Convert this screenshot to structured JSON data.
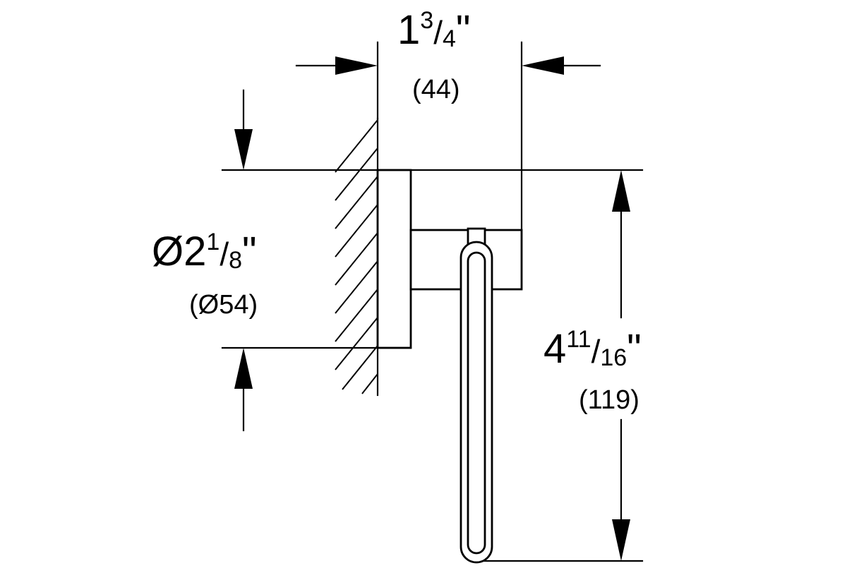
{
  "diagram": {
    "depth": {
      "whole": "1",
      "num": "3",
      "slash": "/",
      "den": "4",
      "unit": "\"",
      "metric": "(44)"
    },
    "diameter": {
      "symbol": "Ø",
      "whole": "2",
      "num": "1",
      "slash": "/",
      "den": "8",
      "unit": "\"",
      "metric": "(Ø54)"
    },
    "height": {
      "whole": "4",
      "num": "11",
      "slash": "/",
      "den": "16",
      "unit": "\"",
      "metric": "(119)"
    },
    "colors": {
      "line": "#000000",
      "background": "#ffffff"
    }
  }
}
